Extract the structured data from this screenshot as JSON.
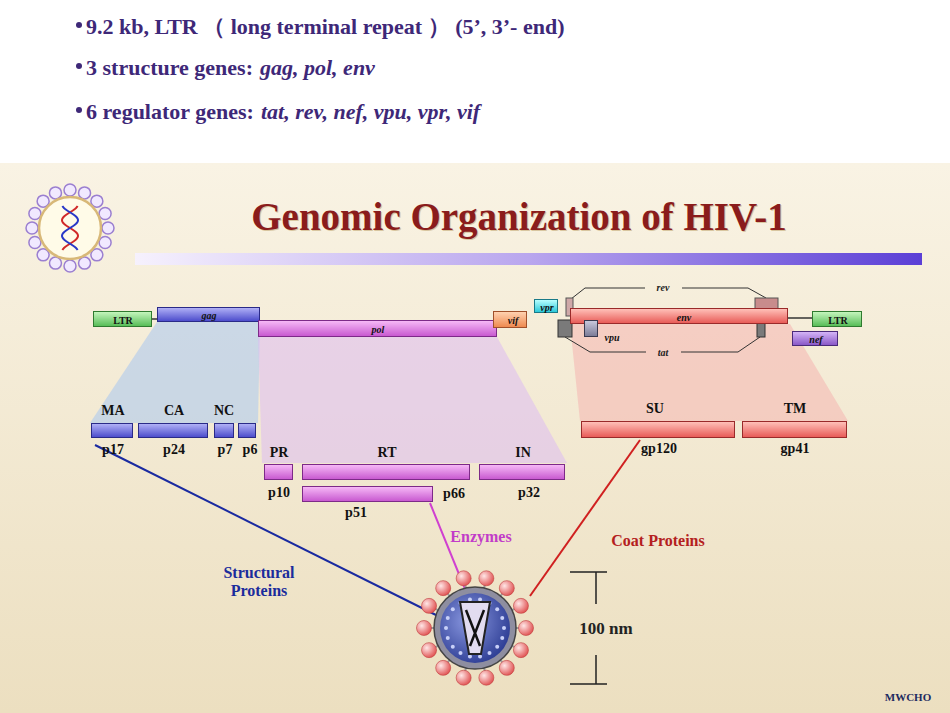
{
  "diagram": {
    "title": "Genomic Organization of HIV-1",
    "nodes": [
      {
        "text": [
          "LTR"
        ]
      },
      {
        "text": [
          "gag"
        ]
      },
      {
        "text": [
          "pol"
        ]
      },
      {
        "text": [
          "vif"
        ]
      },
      {
        "text": [
          "vpr"
        ]
      },
      {
        "text": [
          "env"
        ]
      },
      {
        "text": [
          "vpu"
        ]
      },
      {
        "text": [
          "LTR"
        ]
      },
      {
        "text": [
          "nef"
        ]
      },
      {
        "text": [
          "MA",
          "p17"
        ]
      },
      {
        "text": [
          "CA",
          "p24"
        ]
      },
      {
        "text": [
          "NC",
          "p7"
        ]
      },
      {
        "text": [
          "p6"
        ]
      },
      {
        "text": [
          "SU",
          "gp120"
        ]
      },
      {
        "text": [
          "TM",
          "gp41"
        ]
      },
      {
        "text": [
          "PR",
          "p10"
        ]
      },
      {
        "text": [
          "RT",
          "p66"
        ]
      },
      {
        "text": [
          "IN",
          "p32"
        ]
      },
      {
        "text": [
          "p51"
        ]
      }
    ],
    "labels": [
      "9.2 kb, LTR （ long terminal repeat ） (5’, 3’- end)",
      "3 structure genes:",
      "gag, pol, env",
      "6 regulator genes:",
      "tat, rev, nef, vpu, vpr, vif",
      "rev",
      "tat",
      "Enzymes",
      "Structural Proteins",
      "Coat Proteins",
      "100 nm",
      "MWCHO"
    ]
  }
}
